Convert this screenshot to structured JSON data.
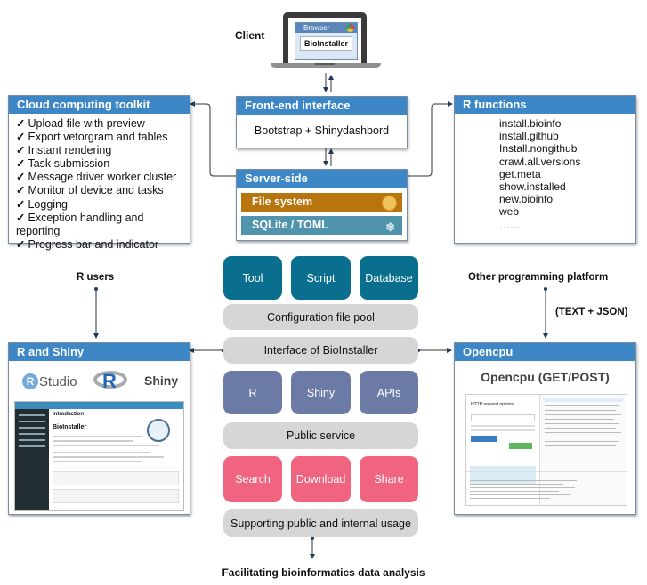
{
  "client": {
    "label": "Client",
    "browser_title": "Browser",
    "app_name": "BioInstaller"
  },
  "frontend": {
    "title": "Front-end interface",
    "body": "Bootstrap + Shinydashbord"
  },
  "server": {
    "title": "Server-side",
    "file_system": "File system",
    "sqlite": "SQLite / TOML"
  },
  "toolkit": {
    "title": "Cloud computing toolkit",
    "items": [
      "Upload file with preview",
      "Export vetorgram and tables",
      "Instant rendering",
      "Task submission",
      "Message driver worker cluster",
      "Monitor of device and tasks",
      "Logging",
      "Exception handling and reporting",
      "Progress bar and indicator"
    ]
  },
  "rfunctions": {
    "title": "R functions",
    "items": [
      "install.bioinfo",
      "install.github",
      "Install.nongithub",
      "crawl.all.versions",
      "get.meta",
      "show.installed",
      "new.bioinfo",
      "web",
      "……"
    ]
  },
  "center": {
    "row1": [
      "Tool",
      "Script",
      "Database"
    ],
    "config_pool": "Configuration file pool",
    "interface": "Interface of BioInstaller",
    "row2": [
      "R",
      "Shiny",
      "APIs"
    ],
    "public_service": "Public service",
    "row3": [
      "Search",
      "Download",
      "Share"
    ],
    "supporting": "Supporting public and internal usage"
  },
  "r_users": "R users",
  "other_platform": "Other programming platform",
  "text_json": "(TEXT + JSON)",
  "rshiny": {
    "title": "R and Shiny",
    "rstudio_r": "R",
    "rstudio_text": "Studio",
    "r_logo": "R",
    "shiny": "Shiny",
    "screenshot_heading": "Introduction",
    "screenshot_subheading": "BioInstaller"
  },
  "opencpu": {
    "title": "Opencpu",
    "heading": "Opencpu (GET/POST)",
    "screenshot_panel": "HTTP request options"
  },
  "footer": "Facilitating bioinformatics data analysis",
  "colors": {
    "panel_header": "#3d87c6",
    "teal_tile": "#0a6e8f",
    "slate_tile": "#6c7ba6",
    "pink_tile": "#f0647f",
    "file_system": "#b8740d",
    "sqlite": "#4f93ad",
    "bar_gray": "#d6d6d6"
  }
}
